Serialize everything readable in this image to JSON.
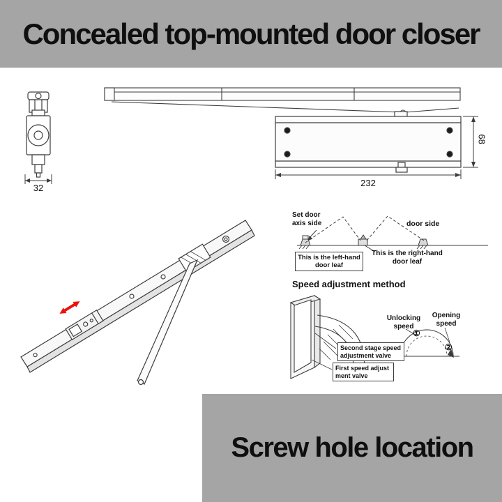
{
  "banners": {
    "top_title": "Concealed top-mounted door closer",
    "bottom_title": "Screw hole location"
  },
  "dimensions": {
    "end_width": "32",
    "body_length": "232",
    "body_height": "68"
  },
  "swing": {
    "set_door_axis": "Set door\naxis side",
    "door_side": "door side",
    "left_leaf": "This is the left-hand\ndoor leaf",
    "right_leaf": "This is the right-hand\ndoor leaf"
  },
  "speed": {
    "heading": "Speed adjustment method",
    "valve_second": "Second stage speed\nadjustment valve",
    "valve_first": "First speed adjust\nment valve",
    "unlocking": "Unlocking\nspeed",
    "opening": "Opening\nspeed",
    "marker_1": "①",
    "marker_2": "②"
  },
  "colors": {
    "banner_bg": "#a5a5a5",
    "line": "#3d3d3d",
    "red_arrow": "#e8150d"
  }
}
